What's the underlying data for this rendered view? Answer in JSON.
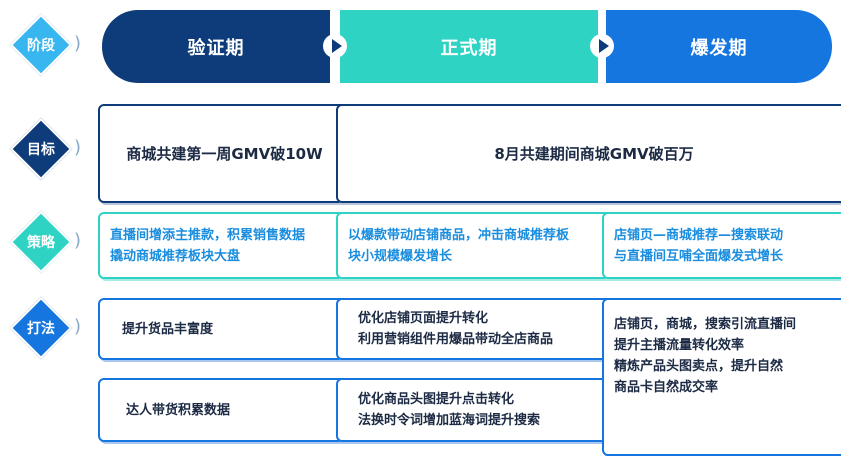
{
  "labels": {
    "stage": "阶段",
    "goal": "目标",
    "strategy": "策略",
    "tactics": "打法"
  },
  "phases": [
    "验证期",
    "正式期",
    "爆发期"
  ],
  "goals": {
    "validation": "商城共建第一周GMV破10W",
    "formal_burst": "8月共建期间商城GMV破百万"
  },
  "strategies": {
    "validation": [
      "直播间增添主推款，积累销售数据",
      "撬动商城推荐板块大盘"
    ],
    "formal": [
      "以爆款带动店铺商品，冲击商城推荐板",
      "块小规模爆发增长"
    ],
    "burst": [
      "店铺页—商城推荐—搜索联动",
      "与直播间互哺全面爆发式增长"
    ]
  },
  "tactics": {
    "validation_1": "提升货品丰富度",
    "validation_2": "达人带货积累数据",
    "formal_1": [
      "优化店铺页面提升转化",
      "利用营销组件用爆品带动全店商品"
    ],
    "formal_2": [
      "优化商品头图提升点击转化",
      "法换时令词增加蓝海词提升搜索"
    ],
    "burst": [
      "店铺页，商城，搜索引流直播间",
      "提升主播流量转化效率",
      "精炼产品头图卖点，提升自然",
      "商品卡自然成交率"
    ]
  },
  "colors": {
    "dark_blue": "#0e3b7a",
    "teal": "#2fd3c4",
    "blue": "#1576e0",
    "light_blue": "#38b6ef"
  }
}
